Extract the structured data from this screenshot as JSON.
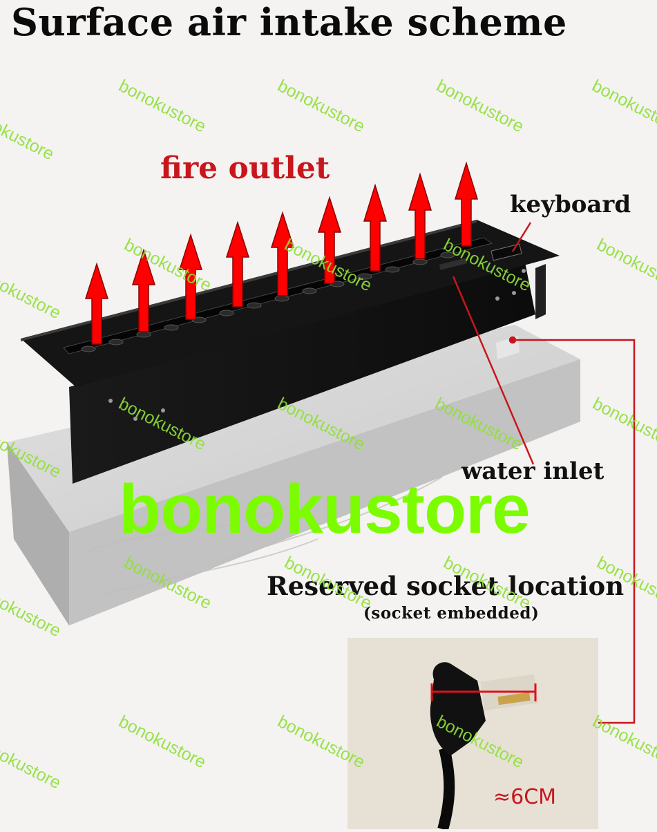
{
  "title": "Surface air intake scheme",
  "labels": {
    "fire_outlet": "fire outlet",
    "keyboard": "keyboard",
    "water_inlet": "water inlet",
    "reserved_socket": "Reserved socket location",
    "socket_embedded": "(socket embedded)",
    "measurement": "≈6CM"
  },
  "watermark": "bonokustore",
  "colors": {
    "arrow": "#ff0000",
    "label_red": "#c8161d",
    "watermark_green": "#7cfc00",
    "burner_body": "#111111",
    "base_stone": "#cfcfcf"
  }
}
